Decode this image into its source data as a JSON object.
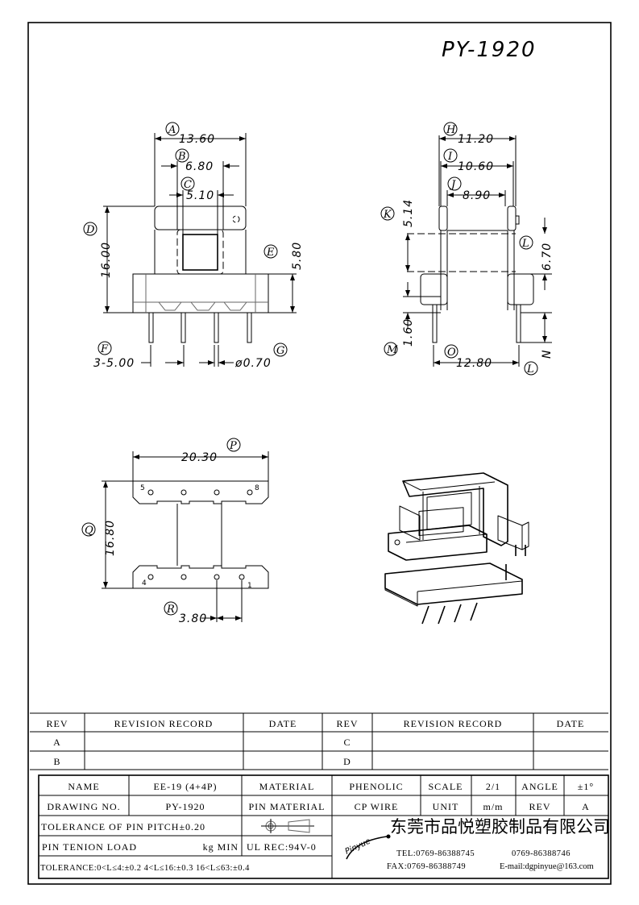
{
  "drawing_title": "PY-1920",
  "front_view": {
    "A": {
      "label": "A",
      "value": "13.60"
    },
    "B": {
      "label": "B",
      "value": "6.80"
    },
    "C": {
      "label": "C",
      "value": "5.10"
    },
    "D": {
      "label": "D",
      "value": "16.00"
    },
    "E": {
      "label": "E",
      "value": "5.80"
    },
    "F": {
      "label": "F",
      "value": "3-5.00"
    },
    "G": {
      "label": "G",
      "value": "ø0.70"
    }
  },
  "side_view": {
    "H": {
      "label": "H",
      "value": "11.20"
    },
    "I": {
      "label": "I",
      "value": "10.60"
    },
    "J": {
      "label": "J",
      "value": "8.90"
    },
    "K": {
      "label": "K",
      "value": "5.14"
    },
    "L": {
      "label": "L",
      "value": "6.70"
    },
    "M": {
      "label": "M",
      "value": "1.60"
    },
    "N": {
      "label": "N",
      "value": "L"
    },
    "O": {
      "label": "O",
      "value": "12.80"
    }
  },
  "bottom_view": {
    "P": {
      "label": "P",
      "value": "20.30"
    },
    "Q": {
      "label": "Q",
      "value": "16.80"
    },
    "R": {
      "label": "R",
      "value": "3.80"
    },
    "pins": [
      "5",
      "8",
      "4",
      "1"
    ]
  },
  "revision_table": {
    "headers": [
      "REV",
      "REVISION RECORD",
      "DATE",
      "REV",
      "REVISION RECORD",
      "DATE"
    ],
    "rows": [
      [
        "A",
        "",
        "",
        "C",
        "",
        ""
      ],
      [
        "B",
        "",
        "",
        "D",
        "",
        ""
      ]
    ]
  },
  "title_block": {
    "name_label": "NAME",
    "name_value": "EE-19 (4+4P)",
    "material_label": "MATERIAL",
    "material_value": "PHENOLIC",
    "scale_label": "SCALE",
    "scale_value": "2/1",
    "angle_label": "ANGLE",
    "angle_value": "±1°",
    "drawing_no_label": "DRAWING NO.",
    "drawing_no_value": "PY-1920",
    "pin_material_label": "PIN MATERIAL",
    "pin_material_value": "CP WIRE",
    "unit_label": "UNIT",
    "unit_value": "m/m",
    "rev_label": "REV",
    "rev_value": "A",
    "pin_pitch_tolerance": "TOLERANCE OF PIN PITCH±0.20",
    "pin_tension_label": "PIN TENION LOAD",
    "pin_tension_unit": "kg MIN",
    "ul_rec": "UL REC:94V-0",
    "tolerance_line": "TOLERANCE:0<L≤4:±0.2  4<L≤16:±0.3  16<L≤63:±0.4",
    "company_logo": "Pinyue",
    "company_name": "东莞市品悦塑胶制品有限公司",
    "tel": "TEL:0769-86388745",
    "tel2": "0769-86388746",
    "fax": "FAX:0769-86388749",
    "email": "E-mail:dgpinyue@163.com"
  }
}
